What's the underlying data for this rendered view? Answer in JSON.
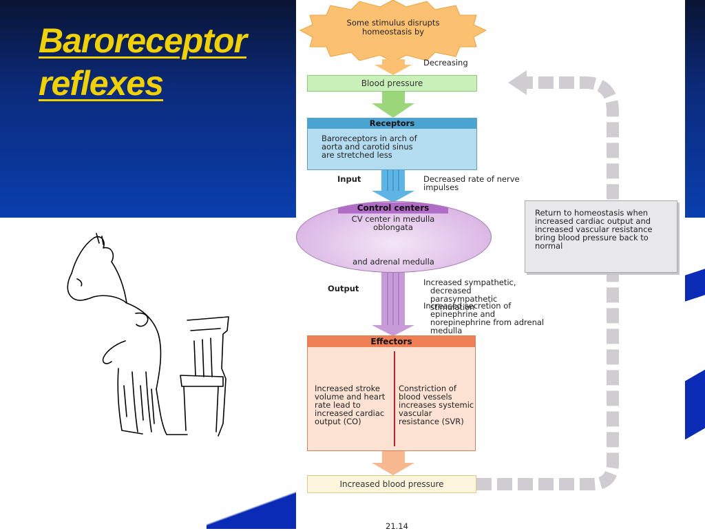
{
  "slide": {
    "title": "Baroreceptor reflexes"
  },
  "diagram": {
    "stimulus": "Some stimulus disrupts homeostasis by",
    "direction_label": "Decreasing",
    "variable": "Blood pressure",
    "receptors": {
      "header": "Receptors",
      "body": "Baroreceptors in arch of aorta and carotid sinus are stretched less"
    },
    "input": {
      "label": "Input",
      "text": "Decreased rate of nerve impulses"
    },
    "control_centers": {
      "header": "Control centers",
      "body": "CV center in medulla oblongata",
      "footer": "and adrenal medulla"
    },
    "output": {
      "label": "Output",
      "text_line1": "Increased sympathetic,",
      "text_line2": "decreased parasympathetic stimulation",
      "text_line3": "Increased secretion of",
      "text_line4": "epinephrine and norepinephrine from adrenal medulla"
    },
    "effectors": {
      "header": "Effectors",
      "left": "Increased stroke volume and heart rate lead to increased cardiac output (CO)",
      "right": "Constriction of blood vessels increases systemic vascular resistance (SVR)"
    },
    "return_box": "Return to homeostasis when increased cardiac output and increased vascular resistance bring blood pressure back to normal",
    "result": "Increased blood pressure",
    "figure_number": "21.14"
  },
  "colors": {
    "title": "#f2d100",
    "slide_background": "#0b2a7a",
    "receptors_header": "#4aa3d1",
    "control_header": "#b06cc6",
    "effectors_header": "#ee7f55",
    "arrow_green": "#9bd67a",
    "arrow_blue": "#5fb4e6",
    "arrow_purple": "#c79ad8",
    "arrow_orange": "#f7b78f",
    "stimulus_star": "#fbc170"
  }
}
